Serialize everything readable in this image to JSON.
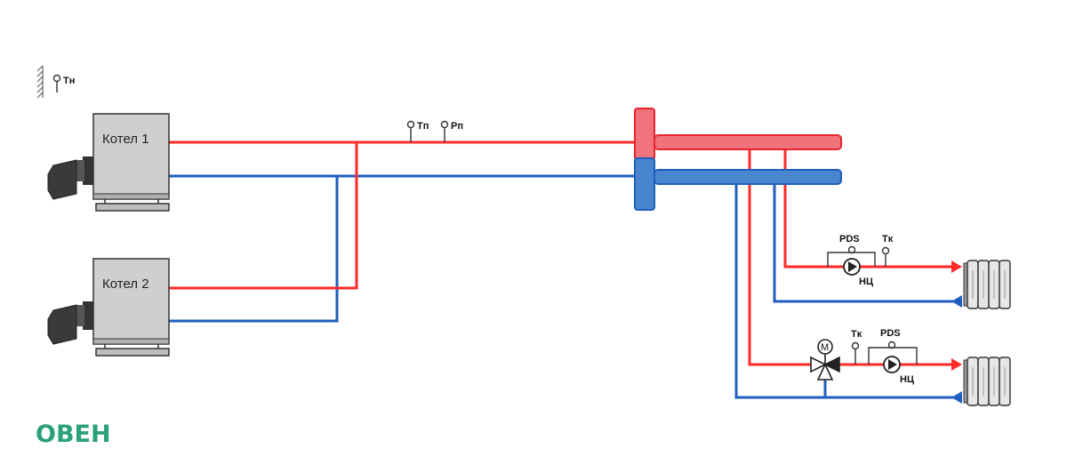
{
  "diagram": {
    "boiler1_label": "Котел 1",
    "boiler2_label": "Котел 2",
    "outdoor_sensor_label": "Tн",
    "supply_temp_label": "Tп",
    "supply_pressure_label": "Pп",
    "pds_label_1": "PDS",
    "pds_label_2": "PDS",
    "circuit_temp_label_1": "Tк",
    "circuit_temp_label_2": "Tк",
    "pump_label_1": "НЦ",
    "pump_label_2": "НЦ",
    "valve_motor_label": "M",
    "logo_text": "ОВЕН"
  },
  "colors": {
    "supply": "#ff2a2a",
    "return": "#1f5fbf",
    "header_supply": "#f0727a",
    "header_return": "#4a86cf",
    "logo": "#2aa176"
  }
}
